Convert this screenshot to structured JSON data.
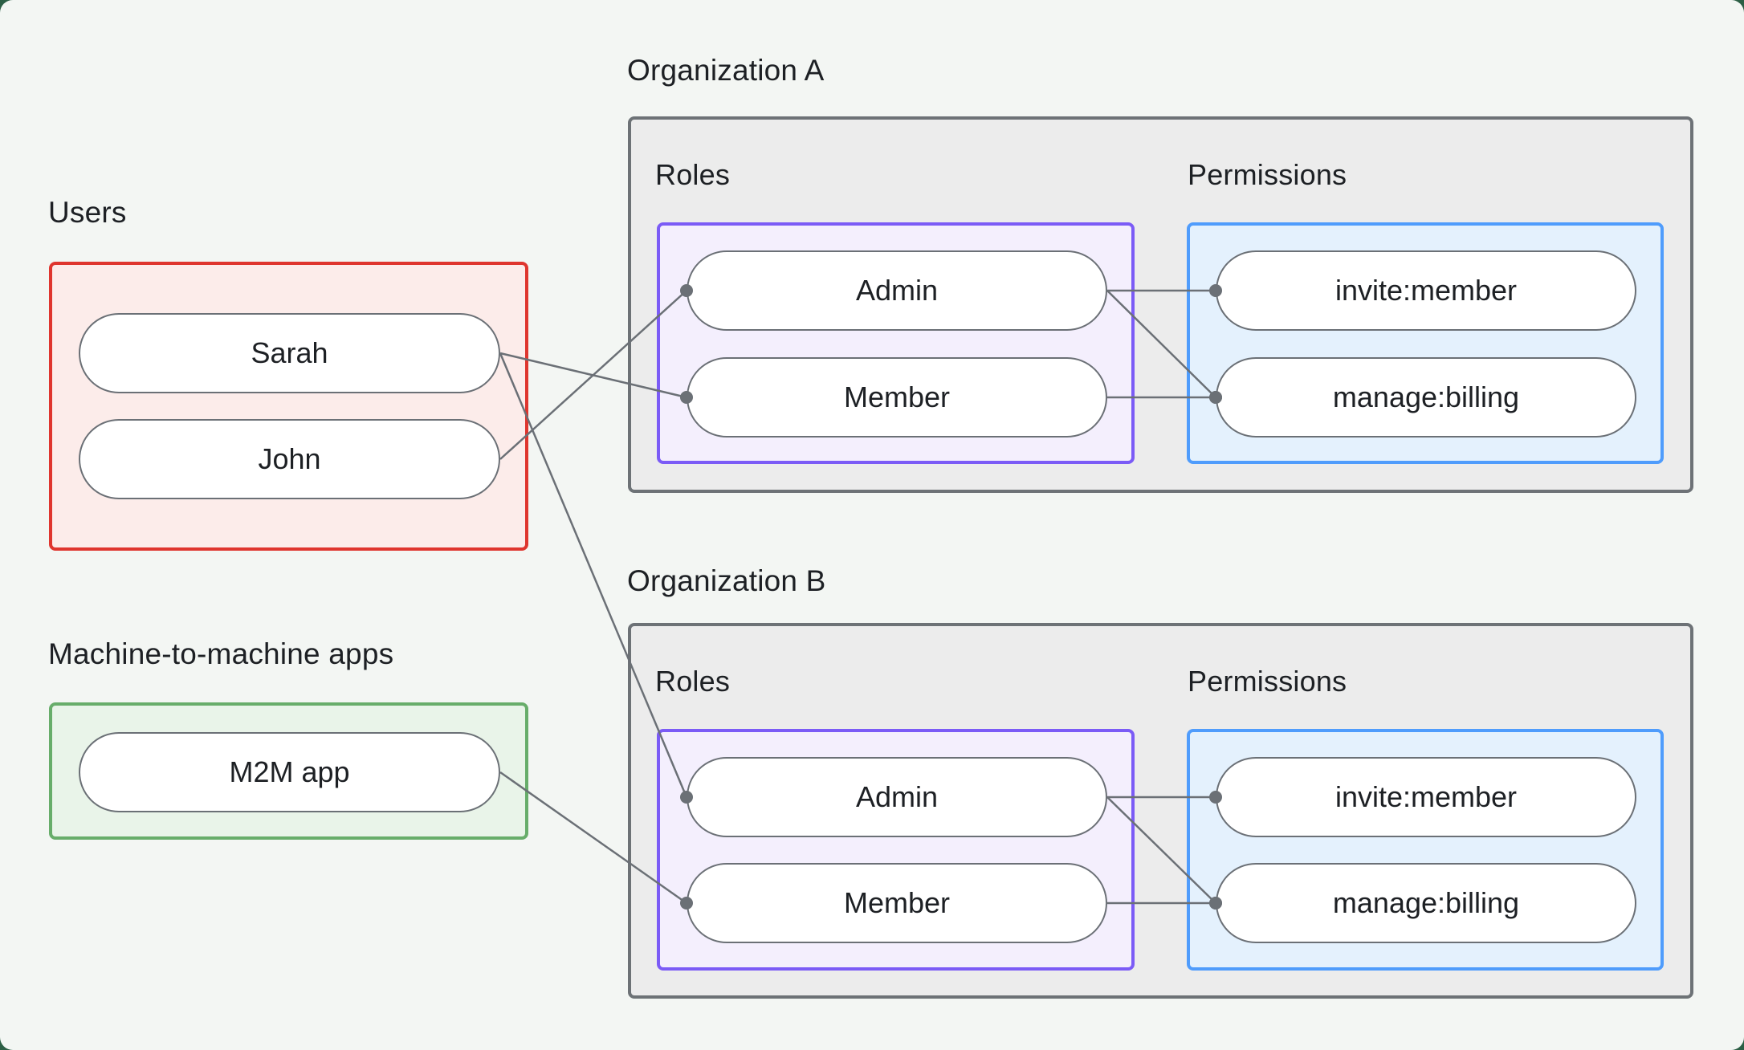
{
  "labels": {
    "users": "Users",
    "m2m": "Machine-to-machine apps",
    "org_a": "Organization A",
    "org_b": "Organization B",
    "roles": "Roles",
    "permissions": "Permissions"
  },
  "nodes": {
    "sarah": {
      "label": "Sarah"
    },
    "john": {
      "label": "John"
    },
    "m2m_app": {
      "label": "M2M app"
    },
    "orgA_admin": {
      "label": "Admin"
    },
    "orgA_member": {
      "label": "Member"
    },
    "orgA_invite": {
      "label": "invite:member"
    },
    "orgA_manage": {
      "label": "manage:billing"
    },
    "orgB_admin": {
      "label": "Admin"
    },
    "orgB_member": {
      "label": "Member"
    },
    "orgB_invite": {
      "label": "invite:member"
    },
    "orgB_manage": {
      "label": "manage:billing"
    }
  },
  "edges": [
    {
      "from": "john",
      "to": "orgA_admin"
    },
    {
      "from": "sarah",
      "to": "orgA_member"
    },
    {
      "from": "sarah",
      "to": "orgB_admin"
    },
    {
      "from": "m2m_app",
      "to": "orgB_member"
    },
    {
      "from": "orgA_admin",
      "to": "orgA_invite"
    },
    {
      "from": "orgA_admin",
      "to": "orgA_manage"
    },
    {
      "from": "orgA_member",
      "to": "orgA_manage"
    },
    {
      "from": "orgB_admin",
      "to": "orgB_invite"
    },
    {
      "from": "orgB_admin",
      "to": "orgB_manage"
    },
    {
      "from": "orgB_member",
      "to": "orgB_manage"
    }
  ],
  "style": {
    "connector_color": "#6b7076",
    "connector_width": 2.5,
    "dot_radius": 8,
    "accent_users": "#df352e",
    "accent_m2m": "#67ad6a",
    "accent_roles": "#7b5bf6",
    "accent_permissions": "#4f9cfc"
  }
}
